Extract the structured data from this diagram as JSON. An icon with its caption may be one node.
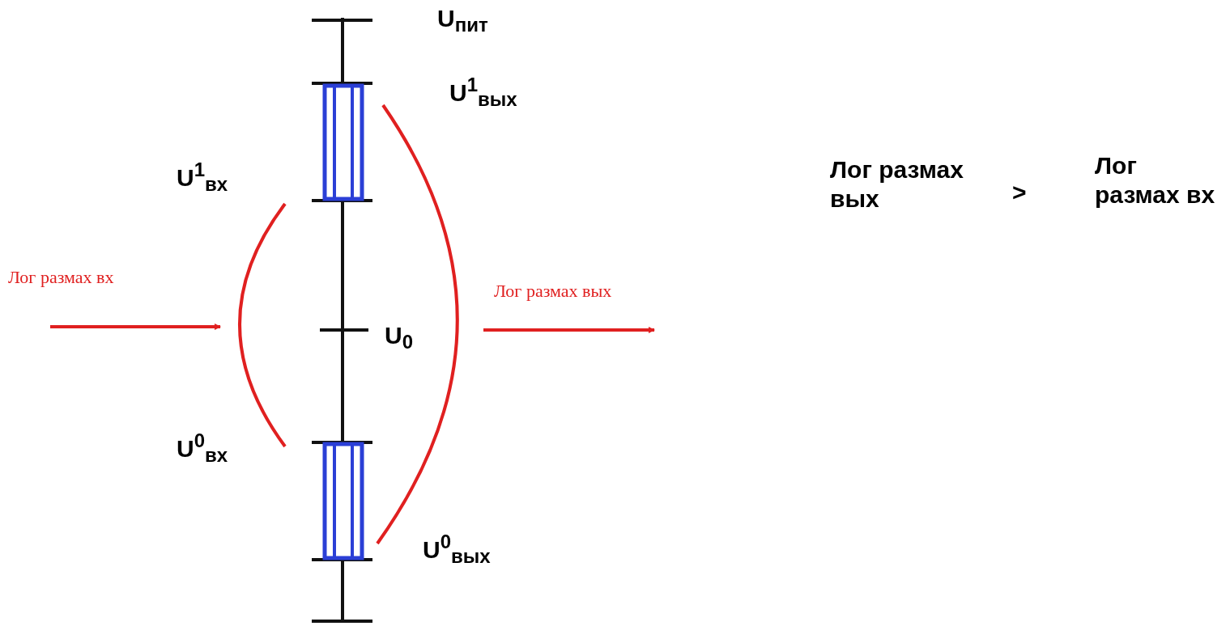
{
  "diagram": {
    "labels": [
      "U$_{пит}$",
      "U$^{1}$$_{вых}$",
      "U$^{1}$$_{вх}$",
      "Лог размах вх",
      "Лог размах вых",
      "U$_{0}$",
      "U$^{0}$$_{вх}$",
      "U$^{0}$$_{вых}$",
      "Лог размах вых",
      ">",
      "Лог размах вх"
    ]
  }
}
